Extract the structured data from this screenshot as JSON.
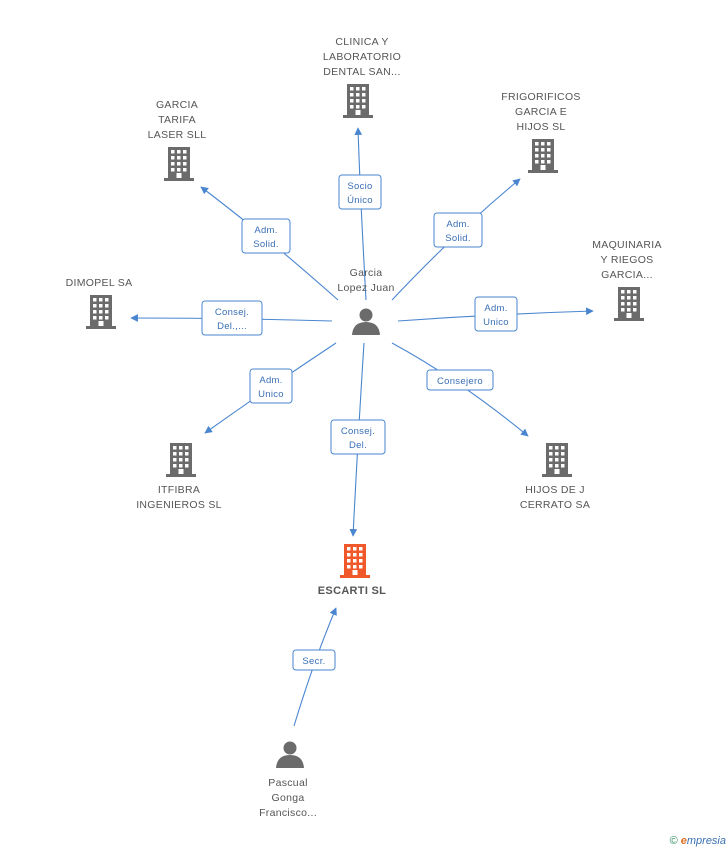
{
  "colors": {
    "building": "#6b6b6b",
    "main_building": "#f0582a",
    "person": "#6b6b6b",
    "edge": "#4a86d0"
  },
  "nodes": [
    {
      "id": "garcia",
      "kind": "person-icon",
      "label": [
        "Garcia",
        "Lopez Juan"
      ]
    },
    {
      "id": "clinica",
      "kind": "building-icon",
      "label": [
        "CLINICA Y",
        "LABORATORIO",
        "DENTAL SAN..."
      ]
    },
    {
      "id": "frigorificos",
      "kind": "building-icon",
      "label": [
        "FRIGORIFICOS",
        "GARCIA E",
        "HIJOS  SL"
      ]
    },
    {
      "id": "tarifa",
      "kind": "building-icon",
      "label": [
        "GARCIA",
        "TARIFA",
        "LASER SLL"
      ]
    },
    {
      "id": "maquinaria",
      "kind": "building-icon",
      "label": [
        "MAQUINARIA",
        "Y RIEGOS",
        "GARCIA..."
      ]
    },
    {
      "id": "dimopel",
      "kind": "building-icon",
      "label": [
        "DIMOPEL SA"
      ]
    },
    {
      "id": "itfibra",
      "kind": "building-icon",
      "label": [
        "ITFIBRA",
        "INGENIEROS  SL"
      ]
    },
    {
      "id": "hijos",
      "kind": "building-icon",
      "label": [
        "HIJOS DE J",
        "CERRATO SA"
      ]
    },
    {
      "id": "escarti",
      "kind": "building-icon",
      "main": true,
      "label": [
        "ESCARTI SL"
      ]
    },
    {
      "id": "pascual",
      "kind": "person-icon",
      "label": [
        "Pascual",
        "Gonga",
        "Francisco..."
      ]
    }
  ],
  "edges": [
    {
      "from": "garcia",
      "to": "clinica",
      "label": [
        "Socio",
        "Único"
      ]
    },
    {
      "from": "garcia",
      "to": "tarifa",
      "label": [
        "Adm.",
        "Solid."
      ]
    },
    {
      "from": "garcia",
      "to": "frigorificos",
      "label": [
        "Adm.",
        "Solid."
      ]
    },
    {
      "from": "garcia",
      "to": "dimopel",
      "label": [
        "Consej.",
        "Del.,..."
      ]
    },
    {
      "from": "garcia",
      "to": "maquinaria",
      "label": [
        "Adm.",
        "Unico"
      ]
    },
    {
      "from": "garcia",
      "to": "itfibra",
      "label": [
        "Adm.",
        "Unico"
      ]
    },
    {
      "from": "garcia",
      "to": "hijos",
      "label": [
        "Consejero"
      ]
    },
    {
      "from": "garcia",
      "to": "escarti",
      "label": [
        "Consej.",
        "Del."
      ]
    },
    {
      "from": "pascual",
      "to": "escarti",
      "label": [
        "Secr."
      ]
    }
  ],
  "watermark": {
    "copyright": "©",
    "brand_initial": "e",
    "brand_rest": "mpresia"
  }
}
